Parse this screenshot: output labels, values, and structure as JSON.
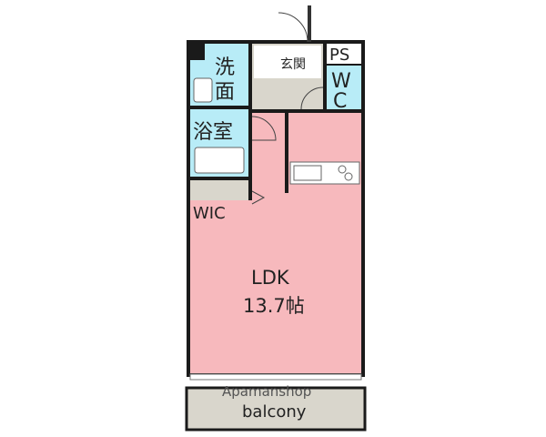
{
  "rooms": {
    "entrance": "玄関",
    "ps": "PS",
    "wc_top": "W",
    "wc_bottom": "C",
    "washroom_top": "洗",
    "washroom_bottom": "面",
    "bathroom": "浴室",
    "wic": "WIC",
    "ldk": "LDK",
    "ldk_size": "13.7帖",
    "balcony": "balcony"
  },
  "watermark": "Apamanshop",
  "colors": {
    "wall": "#1a1a1a",
    "ldk": "#f7b9bd",
    "wet": "#b8ecf7",
    "storage": "#d9d6cc",
    "balcony": "#d9d6cc",
    "fixture": "#ffffff"
  }
}
